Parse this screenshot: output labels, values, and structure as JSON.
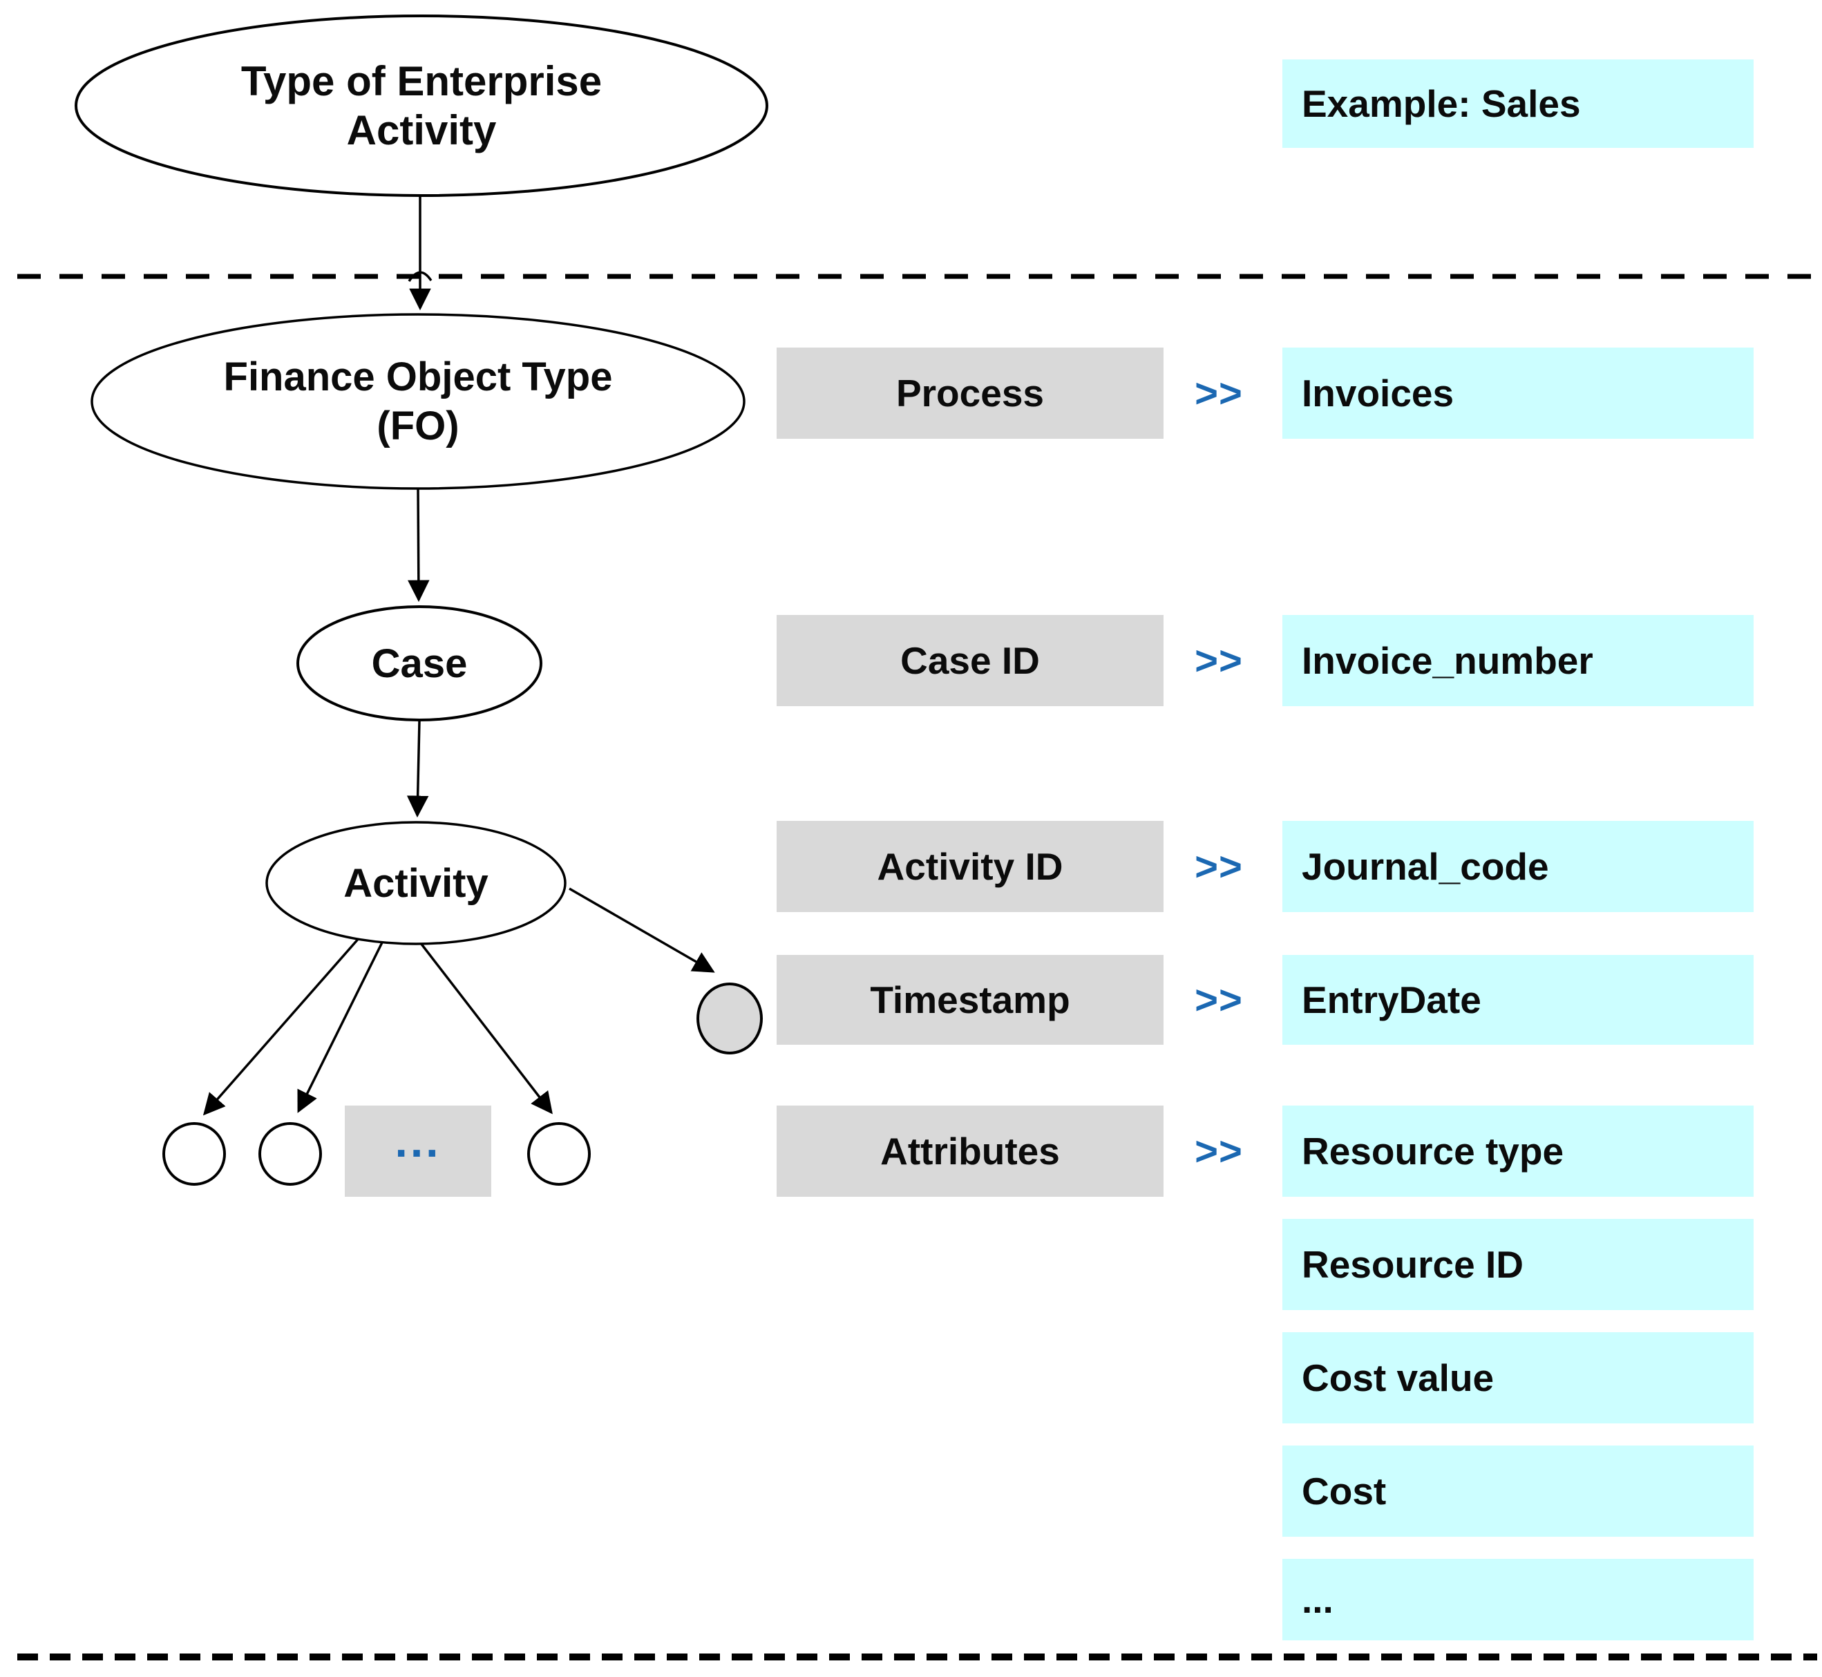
{
  "colors": {
    "cyan": "#CCFEFF",
    "gray": "#D9D9D9",
    "blue": "#1B68B2",
    "line": "#000000"
  },
  "tree": {
    "root": "Type of Enterprise Activity",
    "finance_object_line1": "Finance Object Type",
    "finance_object_line2": "(FO)",
    "case": "Case",
    "activity": "Activity",
    "ellipsis": "..."
  },
  "example": {
    "label": "Example: Sales"
  },
  "chevron": ">>",
  "mappings": [
    {
      "label": "Process",
      "value": "Invoices"
    },
    {
      "label": "Case ID",
      "value": "Invoice_number"
    },
    {
      "label": "Activity ID",
      "value": "Journal_code"
    },
    {
      "label": "Timestamp",
      "value": "EntryDate"
    },
    {
      "label": "Attributes",
      "value": "Resource type"
    }
  ],
  "extra_attributes": [
    "Resource ID",
    "Cost value",
    "Cost",
    "..."
  ]
}
